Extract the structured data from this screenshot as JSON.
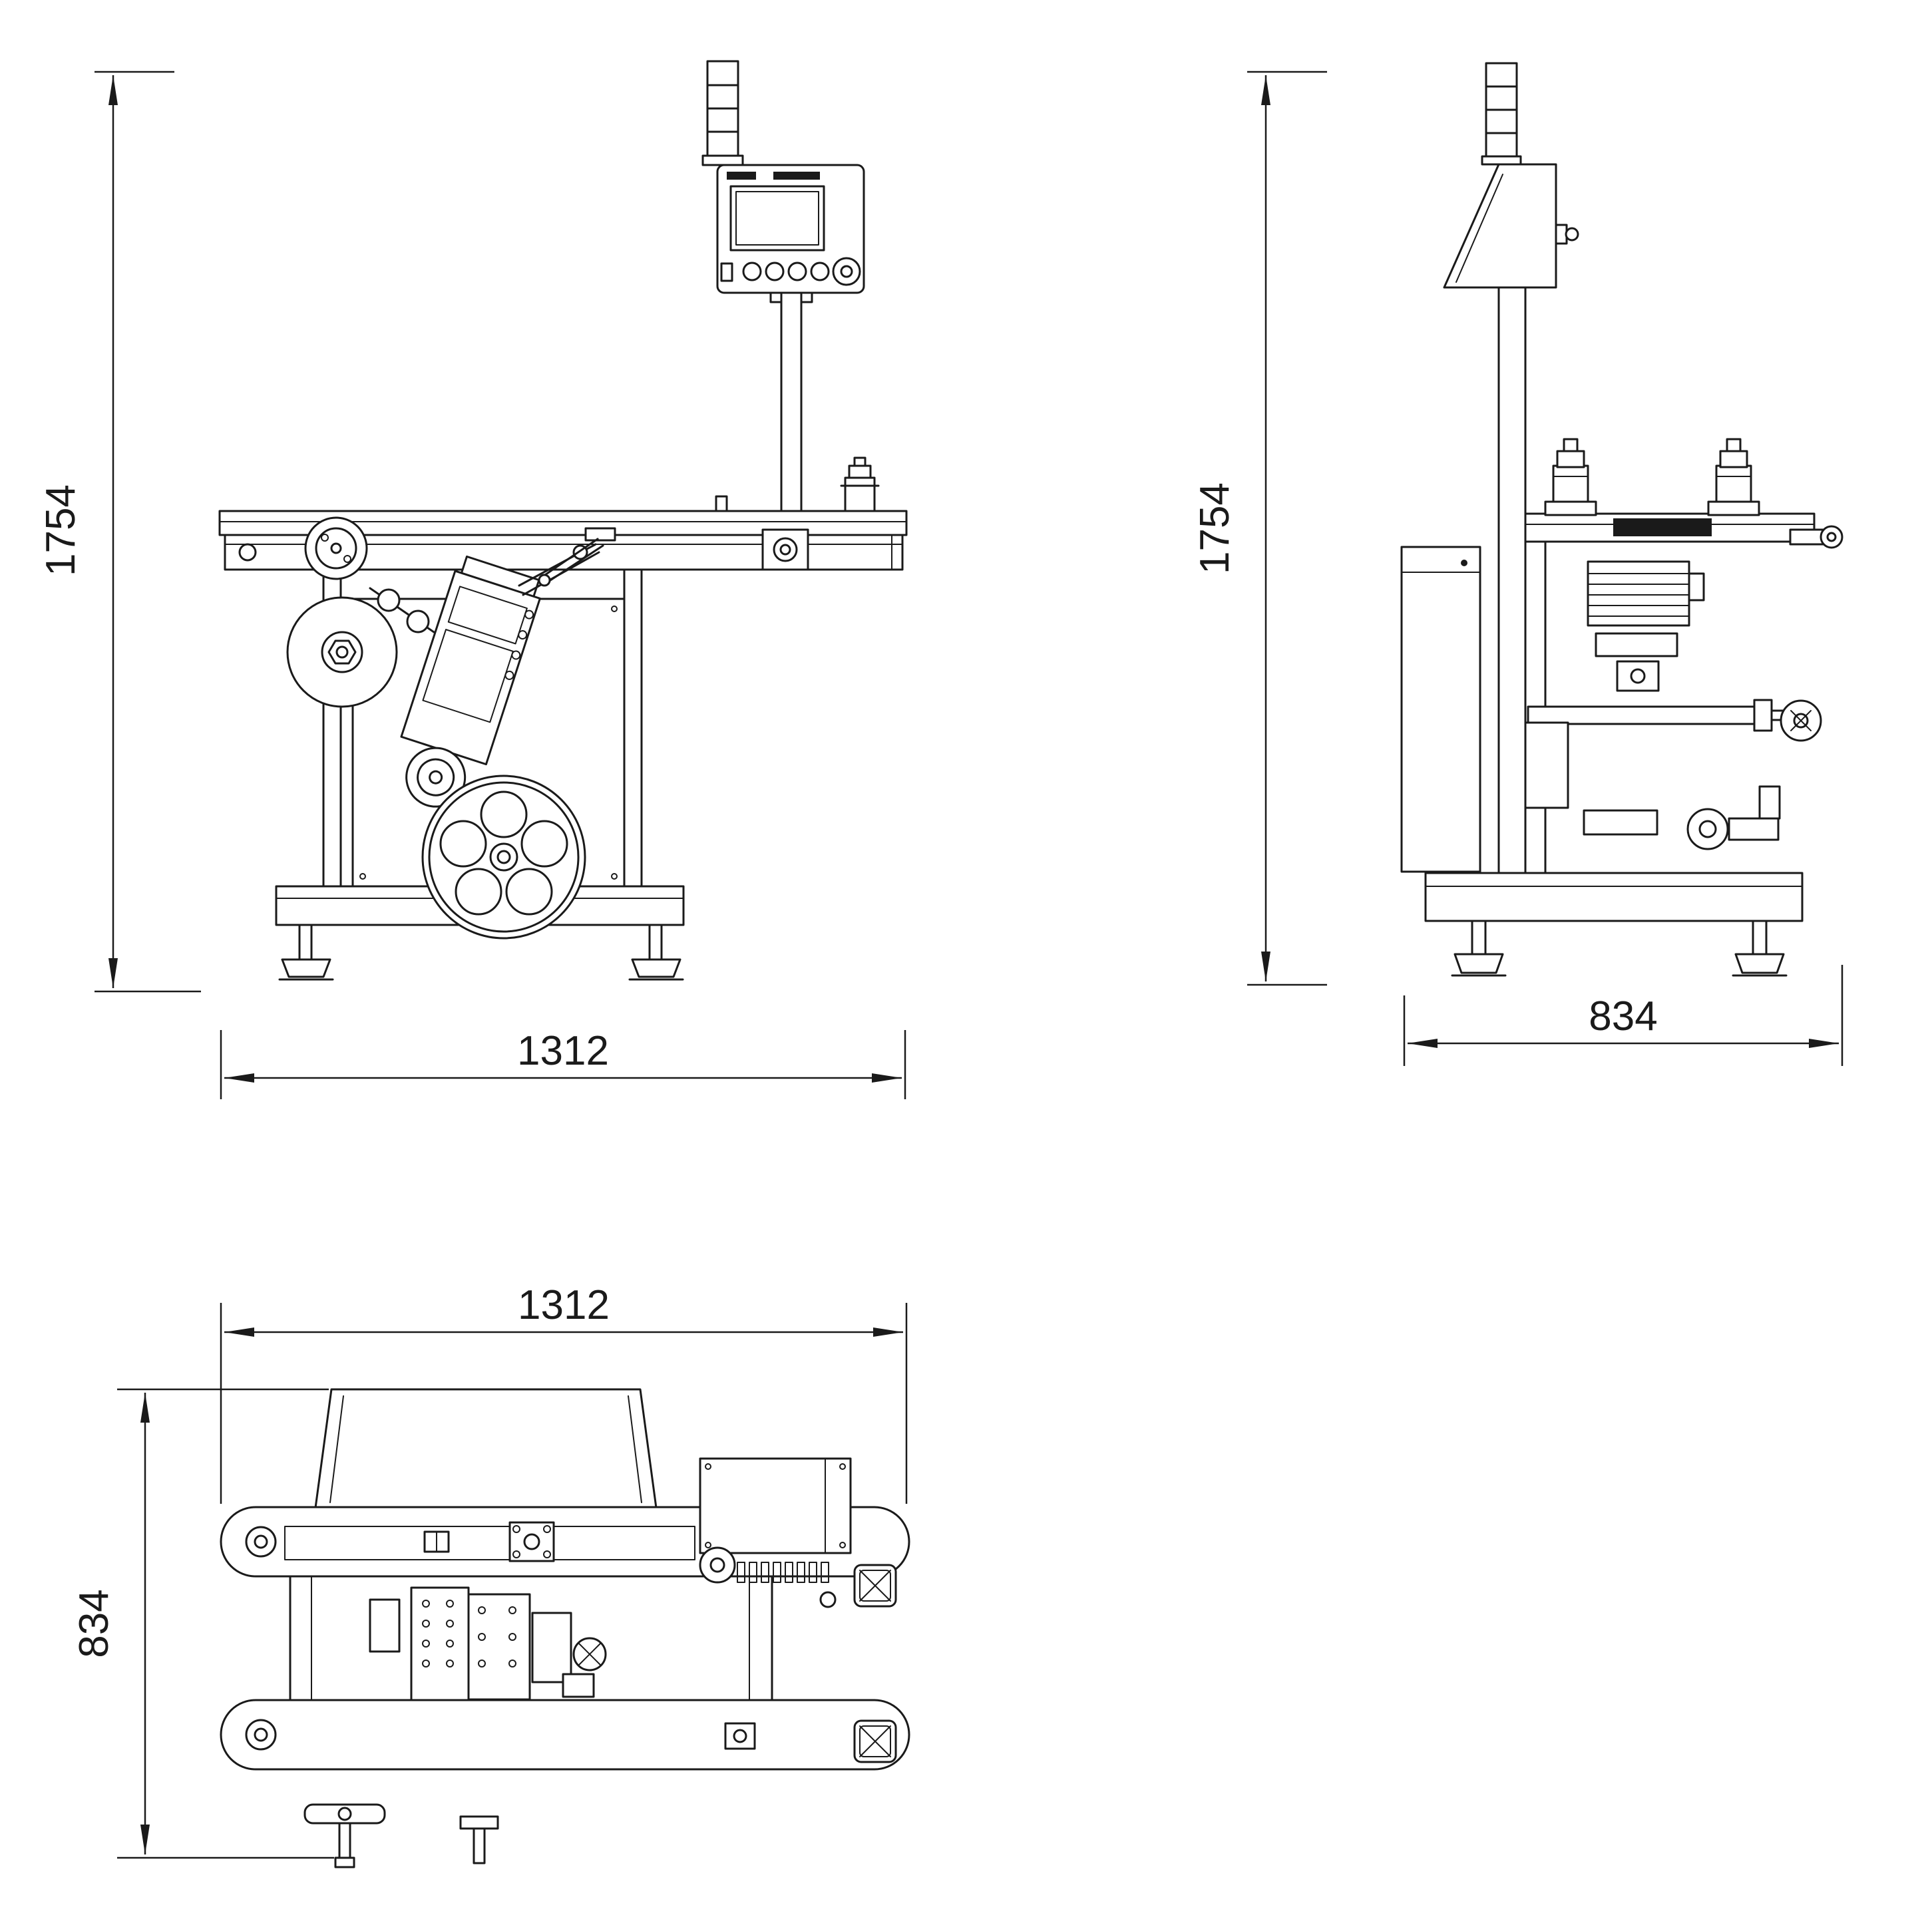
{
  "drawing": {
    "background": "#ffffff",
    "stroke": "#1a1a1a",
    "views": {
      "front": {
        "height_dim": "1754",
        "width_dim": "1312"
      },
      "side": {
        "height_dim": "1754",
        "depth_dim": "834"
      },
      "top": {
        "width_dim": "1312",
        "depth_dim": "834"
      }
    }
  }
}
